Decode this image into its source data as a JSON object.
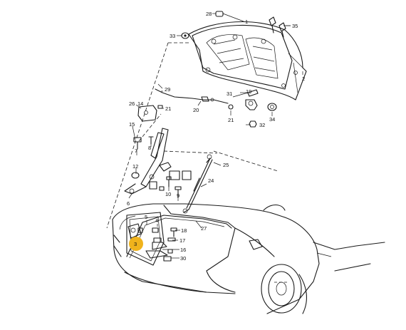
{
  "diagram": {
    "labels": [
      {
        "id": "28",
        "text": "28"
      },
      {
        "id": "1",
        "text": "1"
      },
      {
        "id": "35",
        "text": "35"
      },
      {
        "id": "33",
        "text": "33"
      },
      {
        "id": "2",
        "text": "2"
      },
      {
        "id": "29",
        "text": "29"
      },
      {
        "id": "26",
        "text": "26"
      },
      {
        "id": "14",
        "text": "14"
      },
      {
        "id": "21a",
        "text": "21"
      },
      {
        "id": "20",
        "text": "20"
      },
      {
        "id": "31",
        "text": "31"
      },
      {
        "id": "19",
        "text": "19"
      },
      {
        "id": "34",
        "text": "34"
      },
      {
        "id": "21b",
        "text": "21"
      },
      {
        "id": "32",
        "text": "32"
      },
      {
        "id": "15",
        "text": "15"
      },
      {
        "id": "8",
        "text": "8"
      },
      {
        "id": "7",
        "text": "7"
      },
      {
        "id": "25",
        "text": "25"
      },
      {
        "id": "12",
        "text": "12"
      },
      {
        "id": "24",
        "text": "24"
      },
      {
        "id": "10",
        "text": "10"
      },
      {
        "id": "9",
        "text": "9"
      },
      {
        "id": "6",
        "text": "6"
      },
      {
        "id": "5",
        "text": "5"
      },
      {
        "id": "4",
        "text": "4"
      },
      {
        "id": "18",
        "text": "18"
      },
      {
        "id": "27",
        "text": "27"
      },
      {
        "id": "17",
        "text": "17"
      },
      {
        "id": "3",
        "text": "3"
      },
      {
        "id": "16",
        "text": "16"
      },
      {
        "id": "30",
        "text": "30"
      }
    ],
    "highlighted_part": "3",
    "highlight_color": "#f0b31c"
  }
}
